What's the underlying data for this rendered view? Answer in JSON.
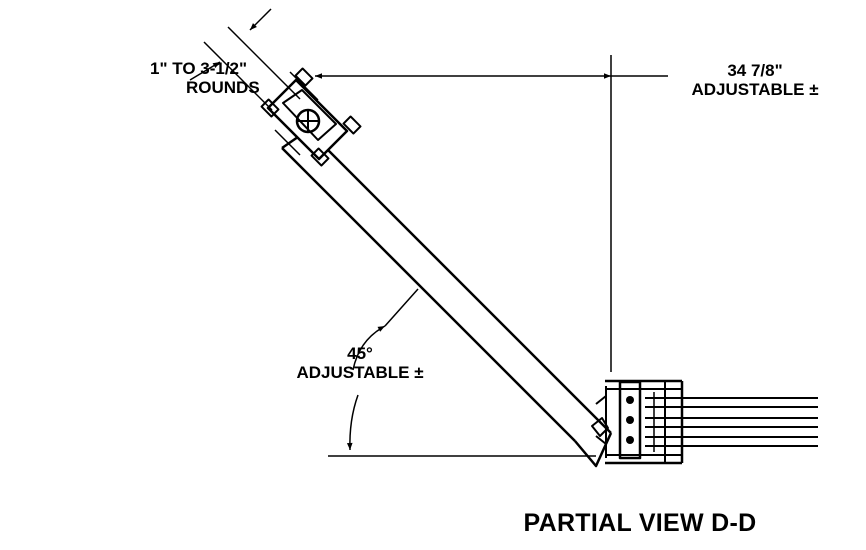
{
  "drawing": {
    "title": "PARTIAL VIEW D-D",
    "pipe_range": {
      "line1": "1\" TO 3-1/2\"",
      "line2": "ROUNDS"
    },
    "horizontal_dim": {
      "line1": "34 7/8\"",
      "line2": "ADJUSTABLE ±"
    },
    "angle_dim": {
      "line1": "45°",
      "line2": "ADJUSTABLE ±"
    }
  }
}
